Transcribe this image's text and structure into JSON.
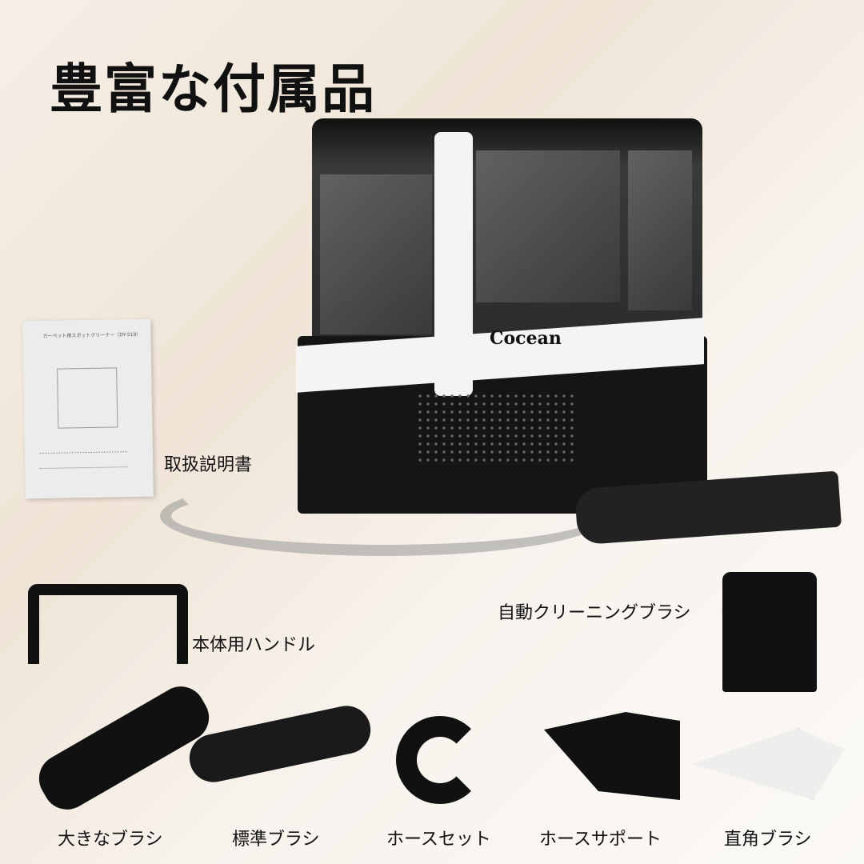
{
  "title": "豊富な付属品",
  "brand": "Cocean",
  "manual": {
    "heading": "カーペット用スポットクリーナー（DY-519）"
  },
  "labels": {
    "manual": "取扱説明書",
    "handle": "本体用ハンドル",
    "self_cleaning_brush": "自動クリーニングブラシ",
    "large_brush": "大きなブラシ",
    "standard_brush": "標準ブラシ",
    "hose_set": "ホースセット",
    "hose_support": "ホースサポート",
    "right_angle_brush": "直角ブラシ"
  }
}
